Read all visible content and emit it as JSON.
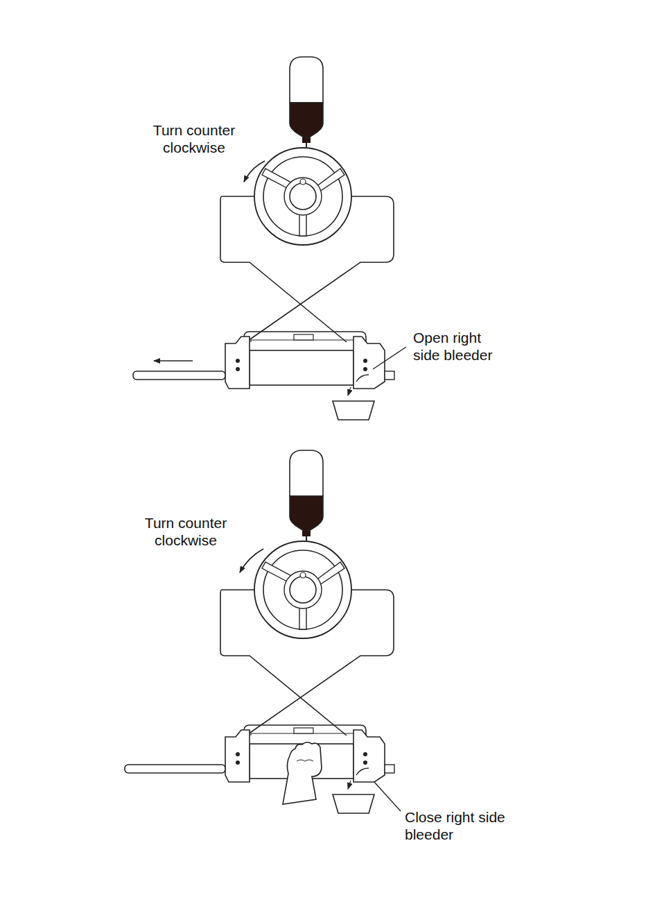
{
  "diagram": {
    "labels": [
      "Turn counter clockwise",
      "Open right side bleeder",
      "Turn counter clockwise",
      "Close right side bleeder"
    ]
  }
}
